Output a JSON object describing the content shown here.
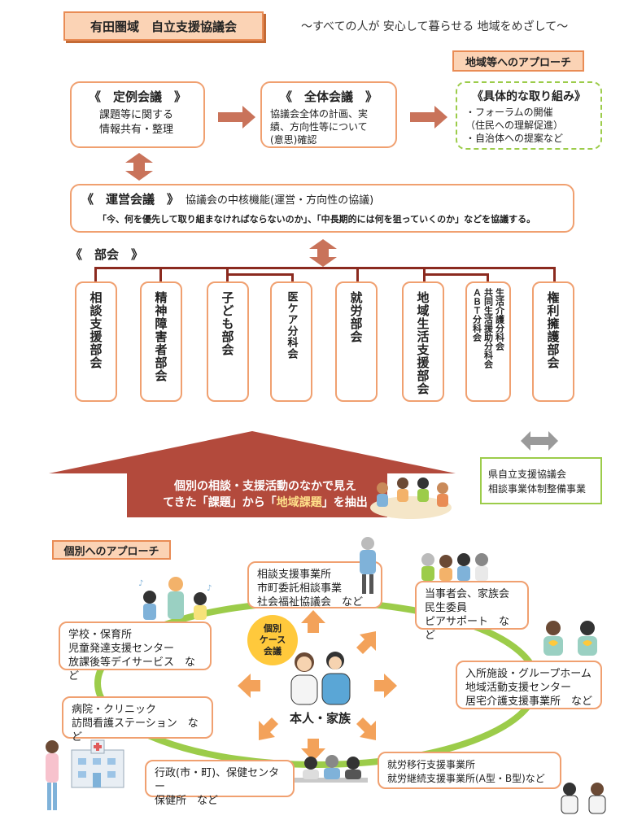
{
  "header": {
    "title": "有田圏域　自立支援協議会",
    "tagline": "～すべての人が 安心して暮らせる 地域をめざして～"
  },
  "region_approach_label": "地域等へのアプローチ",
  "meetings": {
    "regular": {
      "title": "《　定例会議　》",
      "lines": [
        "課題等に関する",
        "情報共有・整理"
      ]
    },
    "general": {
      "title": "《　全体会議　》",
      "lines": [
        "協議会全体の計画、実",
        "績、方向性等について",
        "(意思)確認"
      ]
    },
    "concrete": {
      "title": "《具体的な取り組み》",
      "lines": [
        "・フォーラムの開催",
        "（住民への理解促進）",
        "・自治体への提案など"
      ]
    }
  },
  "operation": {
    "title": "《　運営会議　》",
    "subtitle": "協議会の中核機能(運営・方向性の協議)",
    "quote": "「今、何を優先して取り組まなければならないのか」、「中長期的には何を狙っていくのか」などを協議する。"
  },
  "subcommittee_label": "《　部会　》",
  "subcommittees": [
    {
      "name": "相談支援部会"
    },
    {
      "name": "精神障害者部会"
    },
    {
      "name": "子ども部会"
    },
    {
      "name": "医ケア分科会"
    },
    {
      "name": "就労部会"
    },
    {
      "name": "地域生活支援部会"
    },
    {
      "lines": [
        "ＡＢＴ分科会",
        "共同生活援助分科会",
        "生活介護分科会"
      ]
    },
    {
      "name": "権利擁護部会"
    }
  ],
  "extract": {
    "line1": "個別の相談・支援活動のなかで見え",
    "line2_a": "てきた「課題」から「",
    "line2_b": "地域課題",
    "line2_c": "」を抽出"
  },
  "prefecture": {
    "lines": [
      "県自立支援協議会",
      "相談事業体制整備事業"
    ]
  },
  "individual_label": "個別へのアプローチ",
  "case_meeting": {
    "lines": [
      "個別",
      "ケース",
      "会議"
    ]
  },
  "center": "本人・家族",
  "nodes": {
    "consult": [
      "相談支援事業所",
      "市町委託相談事業",
      "社会福祉協議会　など"
    ],
    "family": [
      "当事者会、家族会",
      "民生委員",
      "ピアサポート　など"
    ],
    "facility": [
      "入所施設・グループホーム",
      "地域活動支援センター",
      "居宅介護支援事業所　など"
    ],
    "employment": [
      "就労移行支援事業所",
      "就労継続支援事業所(A型・B型)など"
    ],
    "admin": [
      "行政(市・町)、保健センター",
      "保健所　など"
    ],
    "hospital": [
      "病院・クリニック",
      "訪問看護ステーション　など"
    ],
    "school": [
      "学校・保育所",
      "児童発達支援センター",
      "放課後等デイサービス　など"
    ]
  },
  "colors": {
    "accent_orange": "#f0a070",
    "label_fill": "#fbd3b5",
    "bar_dark": "#8b2a1f",
    "arrow_fill": "#c9735a",
    "green_ring": "#9ccc4a",
    "roof": "#b34a3c",
    "case_yellow": "#ffc93c"
  }
}
